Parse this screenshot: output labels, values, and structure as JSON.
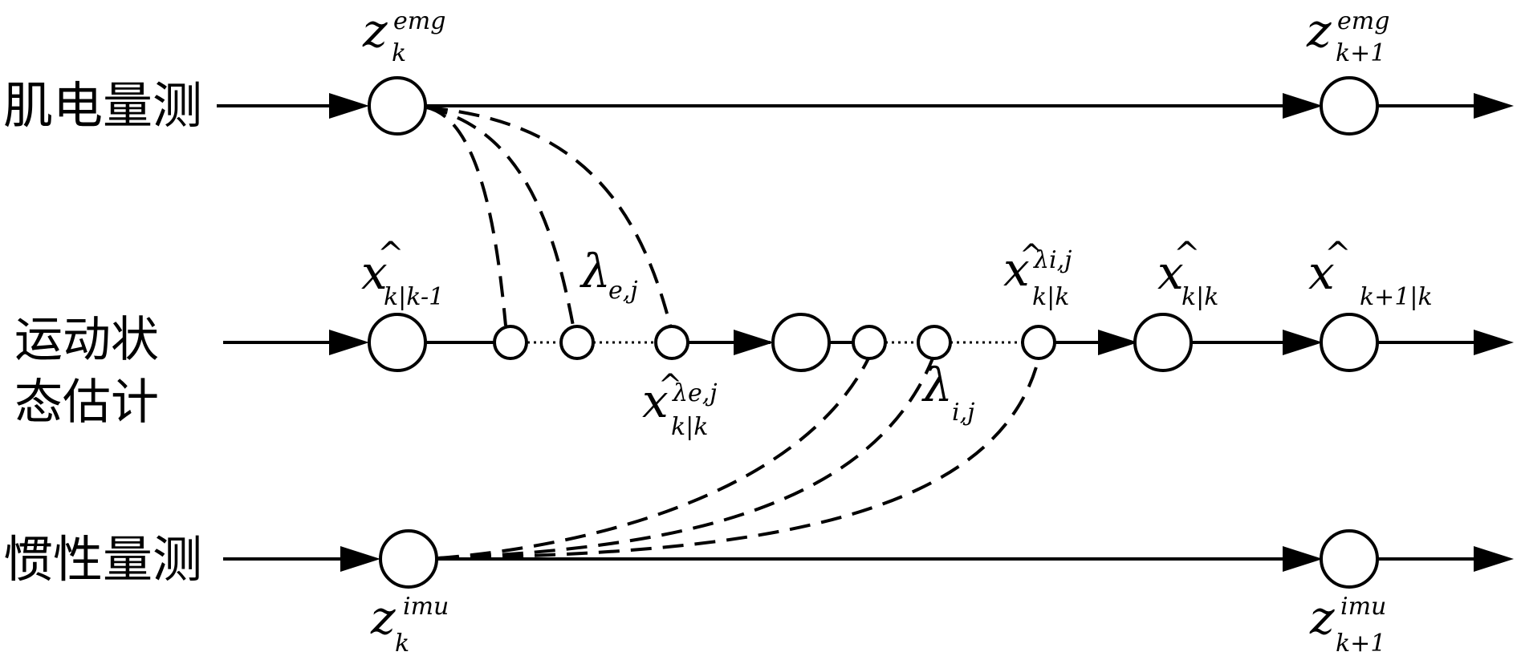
{
  "rows": {
    "emg": "肌电量测",
    "state_line1": "运动状",
    "state_line2": "态估计",
    "imu": "惯性量测"
  },
  "symbols": {
    "z_emg_k": {
      "base": "z",
      "sup": "emg",
      "sub": "k"
    },
    "z_emg_k1": {
      "base": "z",
      "sup": "emg",
      "sub": "k+1"
    },
    "x_pred": {
      "base": "x",
      "sub": "k|k-1"
    },
    "lambda_e": {
      "base": "λ",
      "sub": "e,j"
    },
    "x_lambda_e": {
      "base": "x",
      "sup": "λe,j",
      "sub": "k|k"
    },
    "lambda_i": {
      "base": "λ",
      "sub": "i,j"
    },
    "x_lambda_i": {
      "base": "x",
      "sup": "λi,j",
      "sub": "k|k"
    },
    "x_kk": {
      "base": "x",
      "sub": "k|k"
    },
    "x_k1k": {
      "base": "x",
      "sub": "k+1|k"
    },
    "z_imu_k": {
      "base": "z",
      "sup": "imu",
      "sub": "k"
    },
    "z_imu_k1": {
      "base": "z",
      "sup": "imu",
      "sub": "k+1"
    }
  }
}
